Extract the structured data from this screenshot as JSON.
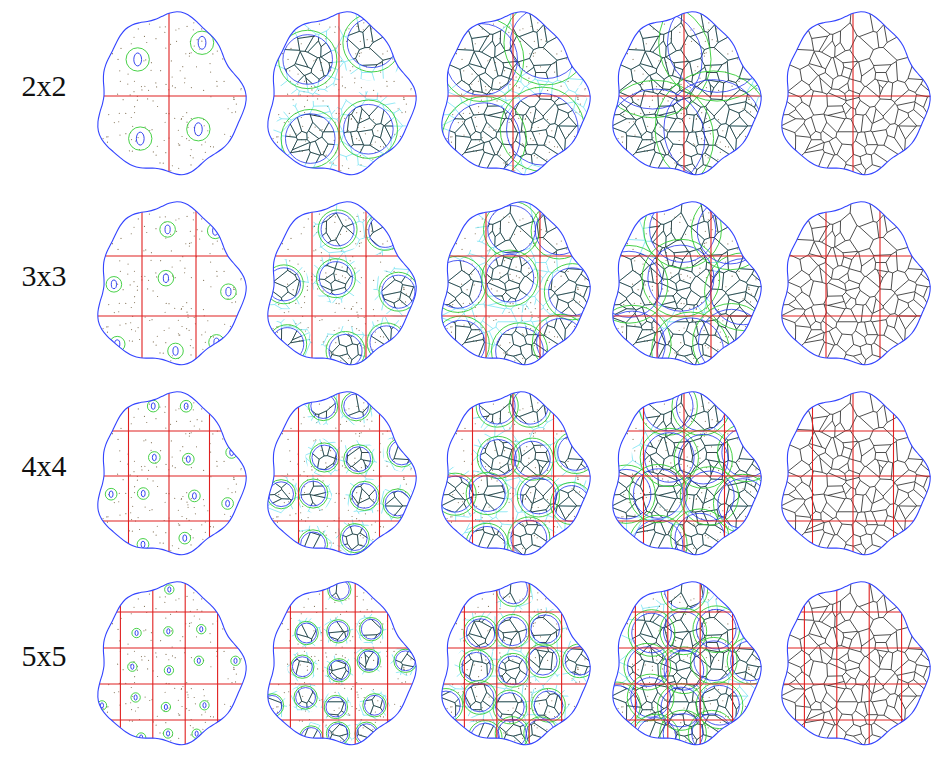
{
  "diagram": {
    "labels": [
      "2x2",
      "3x3",
      "4x4",
      "5x5"
    ]
  }
}
